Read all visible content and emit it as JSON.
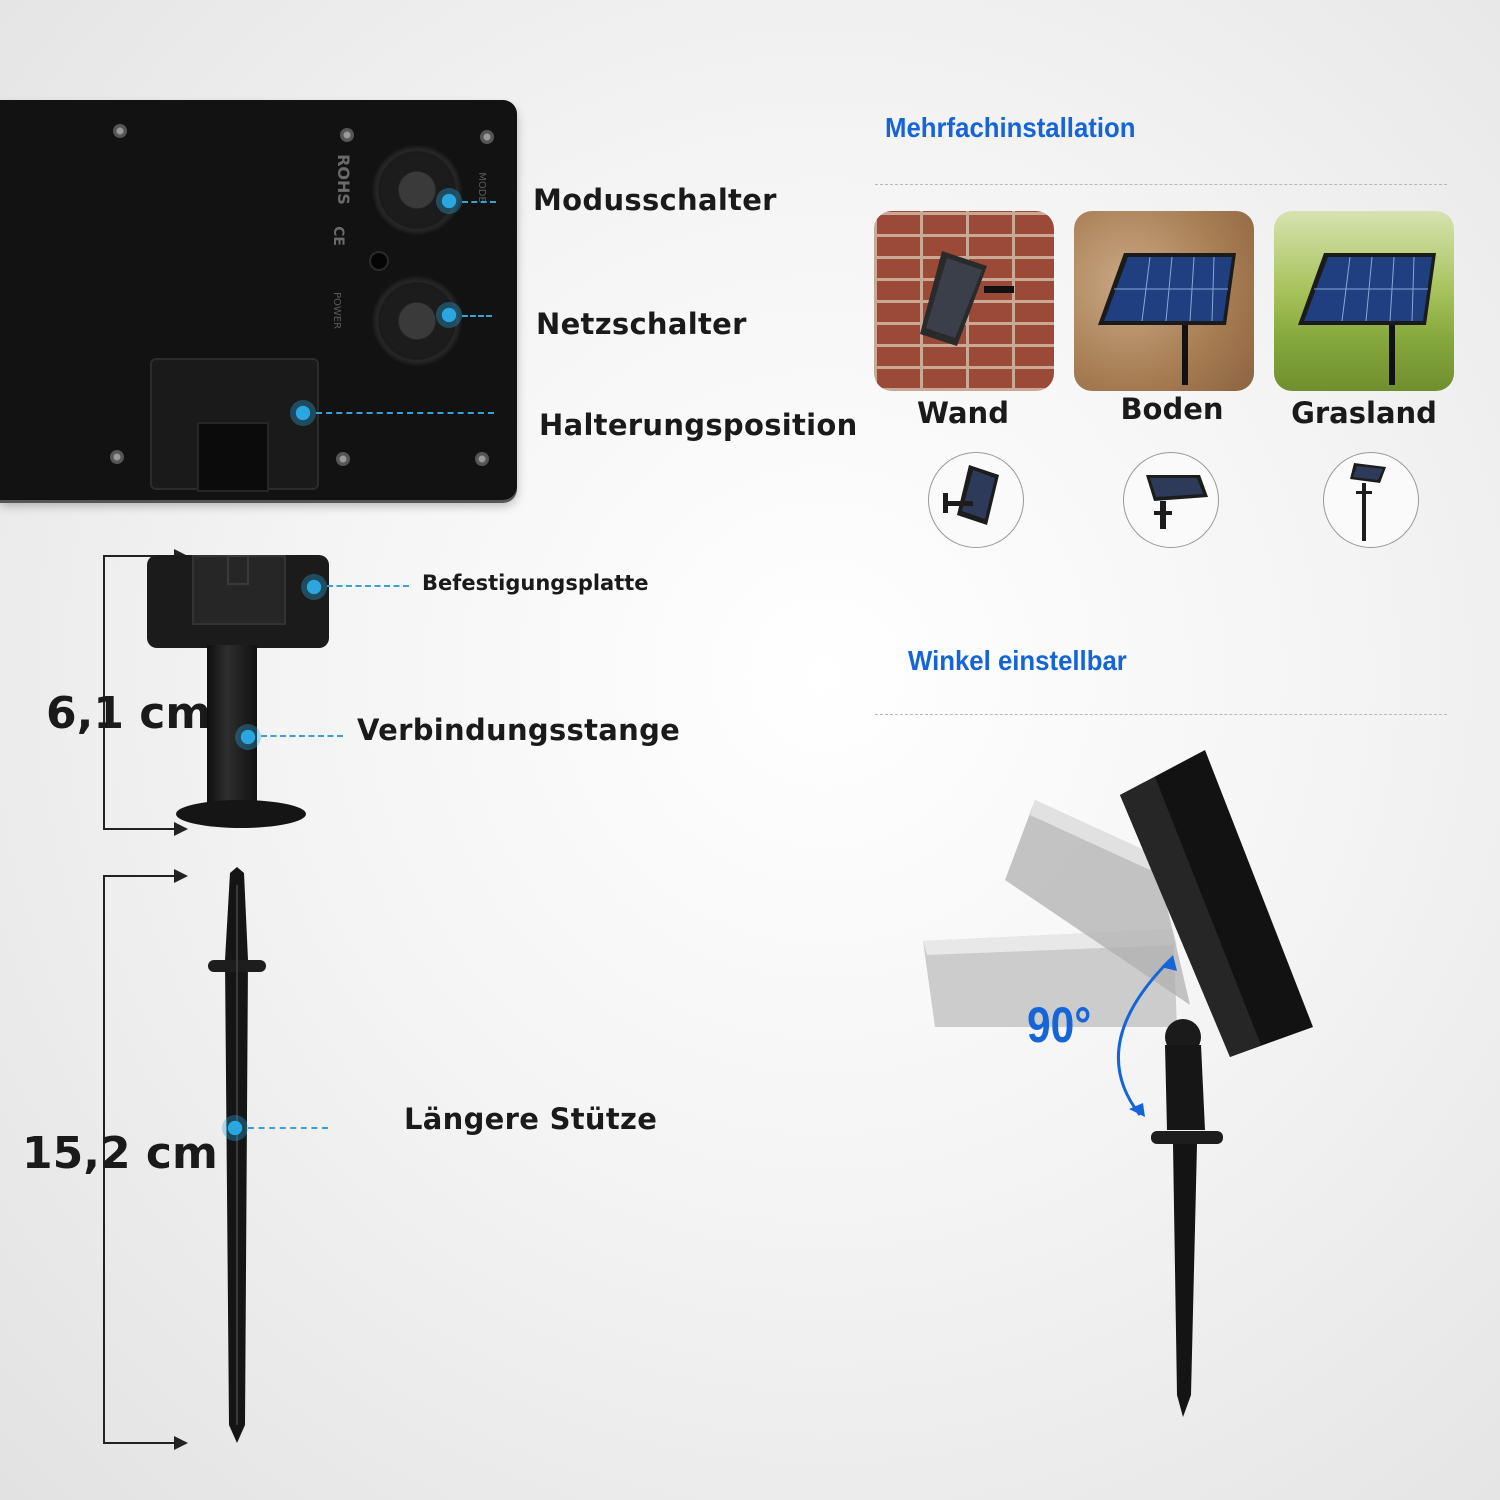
{
  "panel": {
    "labels": {
      "mode_switch": "Modusschalter",
      "power_switch": "Netzschalter",
      "mount_position": "Halterungsposition"
    },
    "markings": {
      "rohs": "ROHS",
      "ce": "CE",
      "mode": "MODE",
      "power": "POWER"
    }
  },
  "bracket": {
    "labels": {
      "mounting_plate": "Befestigungsplatte",
      "connecting_rod": "Verbindungsstange"
    },
    "height": "6,1 cm"
  },
  "stake": {
    "label": "Längere Stütze",
    "height": "15,2 cm"
  },
  "installation": {
    "title": "Mehrfachinstallation",
    "options": [
      {
        "name": "Wand"
      },
      {
        "name": "Boden"
      },
      {
        "name": "Grasland"
      }
    ]
  },
  "angle": {
    "title": "Winkel einstellbar",
    "value": "90°"
  },
  "colors": {
    "accent": "#1565d8",
    "leader": "#2aa7e0",
    "panel": "#111111"
  }
}
